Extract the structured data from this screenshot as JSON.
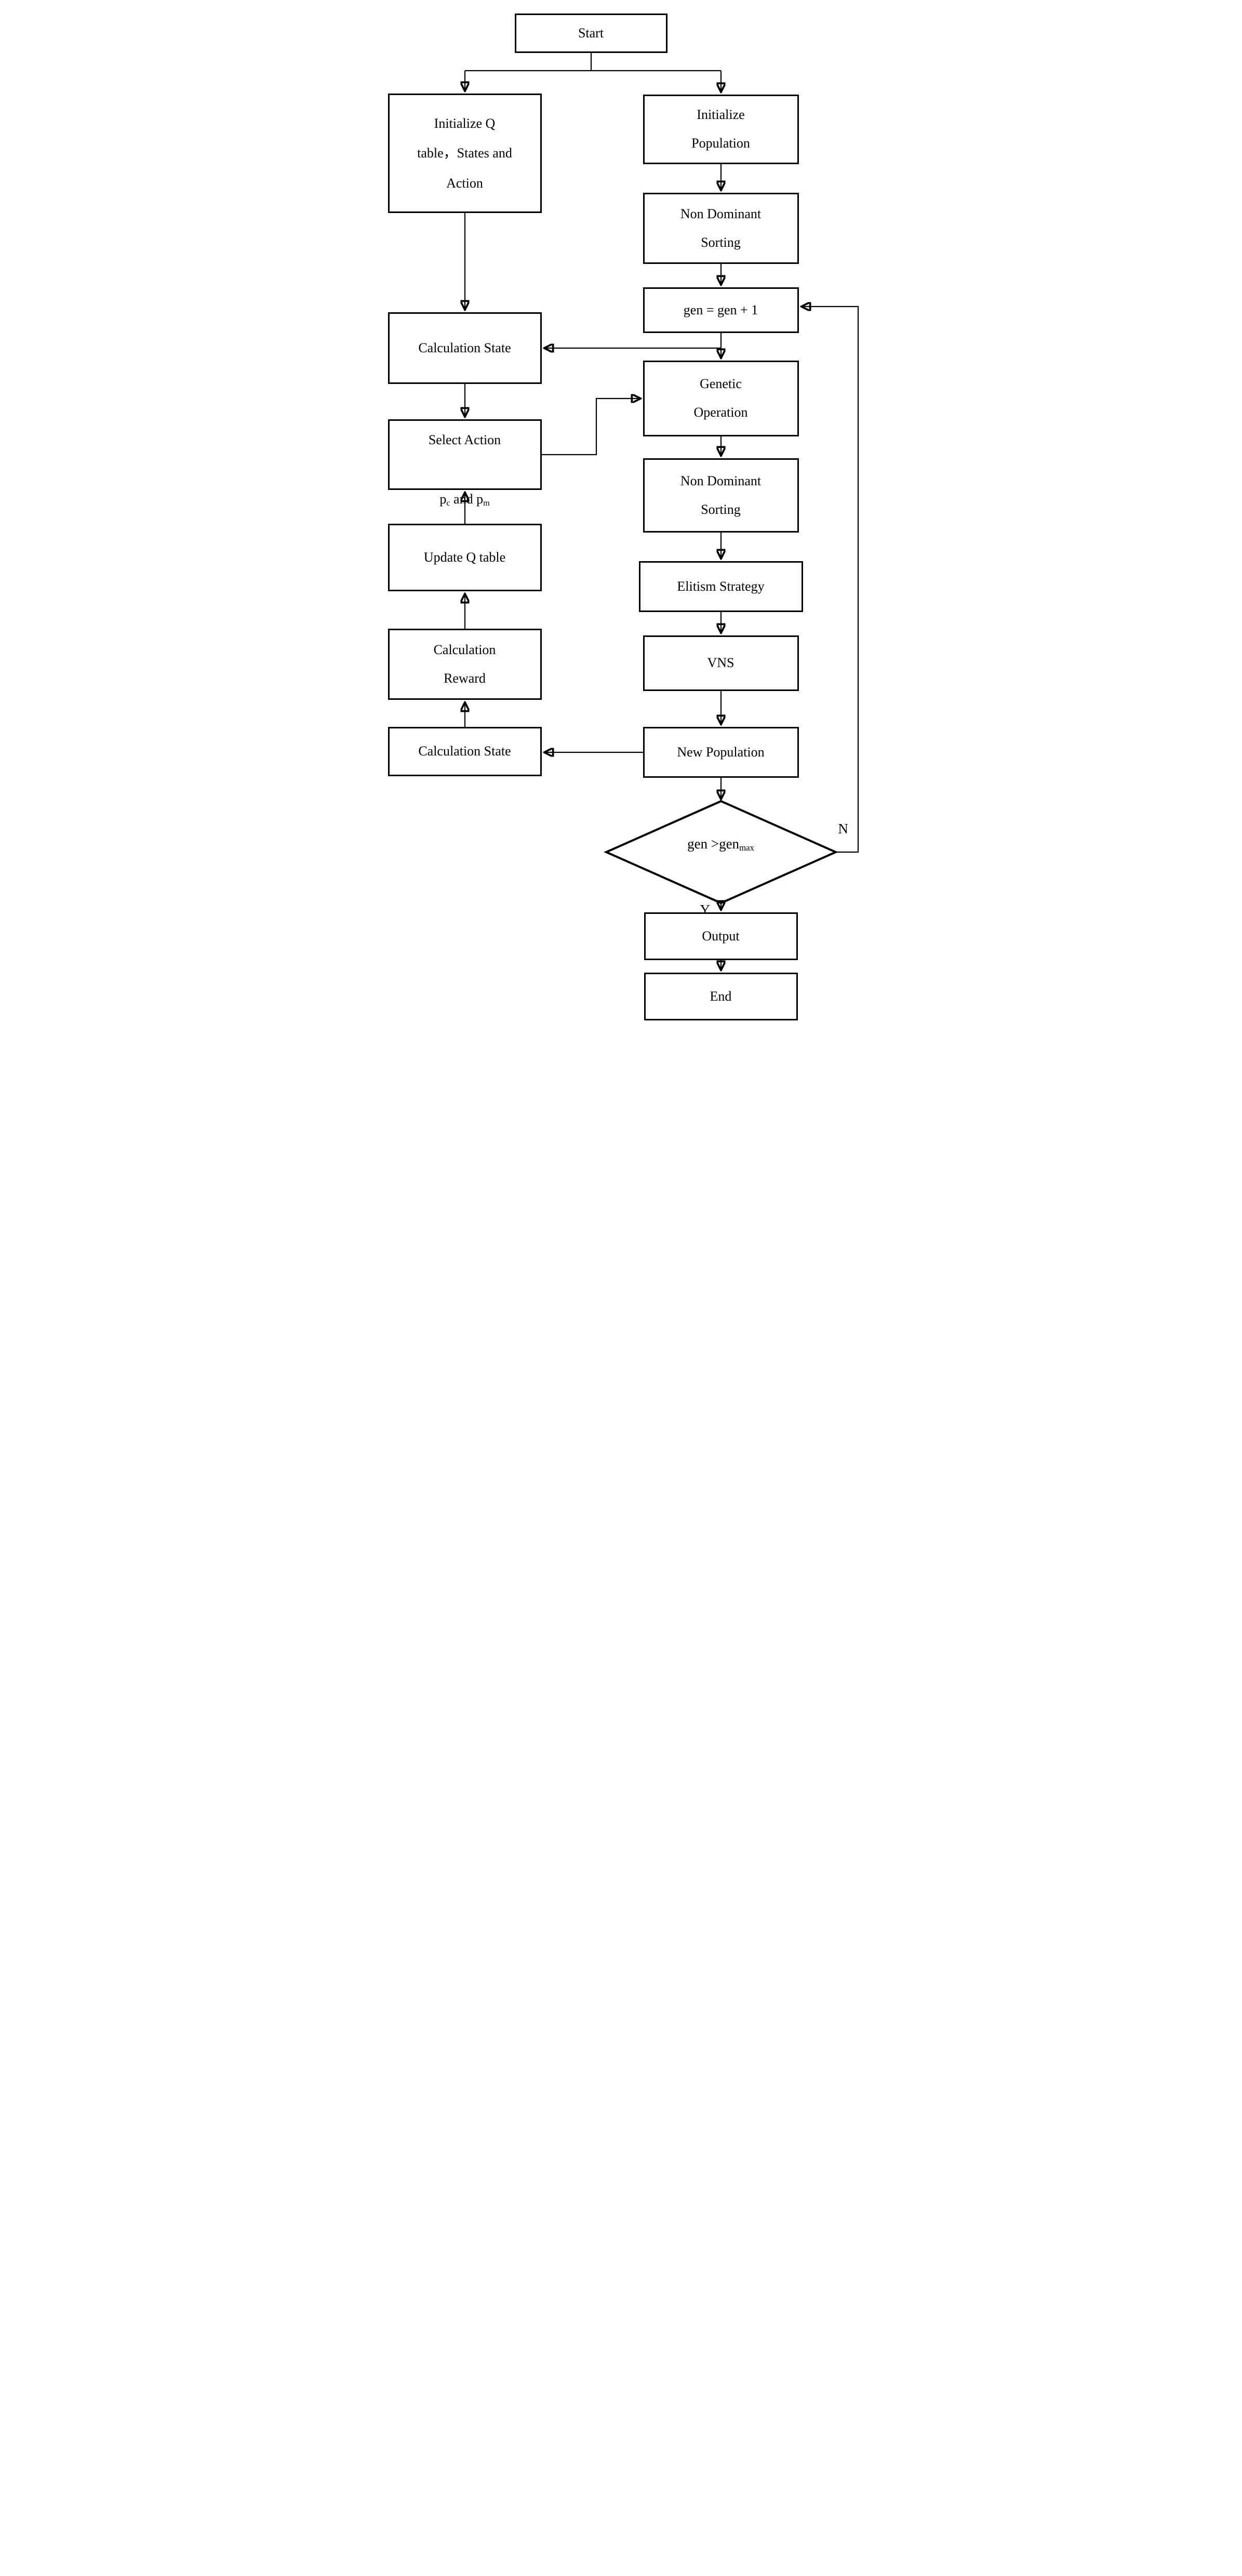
{
  "figure": {
    "background": "#ffffff",
    "line_color": "#000000",
    "description": "Flowchart of a Q-learning guided NSGA/VNS hybrid algorithm"
  },
  "nodes": {
    "start": {
      "label": "Start"
    },
    "init_q": {
      "label": "Initialize Q\ntable，States and\nAction"
    },
    "init_pop": {
      "label": "Initialize\nPopulation"
    },
    "nds1": {
      "label": "Non Dominant\nSorting"
    },
    "gen_inc": {
      "label": "gen = gen + 1"
    },
    "calc_state_top": {
      "label": "Calculation State"
    },
    "genetic_op": {
      "label": "Genetic\nOperation"
    },
    "select_action": {
      "line1": "Select Action",
      "p1": "p",
      "sub1": "c",
      "mid": " and ",
      "p2": "p",
      "sub2": "m"
    },
    "nds2": {
      "label": "Non Dominant\nSorting"
    },
    "update_q": {
      "label": "Update Q table"
    },
    "elitism": {
      "label": "Elitism Strategy"
    },
    "calc_reward": {
      "label": "Calculation\nReward"
    },
    "vns": {
      "label": "VNS"
    },
    "calc_state_bottom": {
      "label": "Calculation State"
    },
    "new_pop": {
      "label": "New Population"
    },
    "decision": {
      "text": "gen >gen",
      "sub": "max"
    },
    "output": {
      "label": "Output"
    },
    "end": {
      "label": "End"
    }
  },
  "edge_labels": {
    "no": "N",
    "yes": "Y"
  }
}
